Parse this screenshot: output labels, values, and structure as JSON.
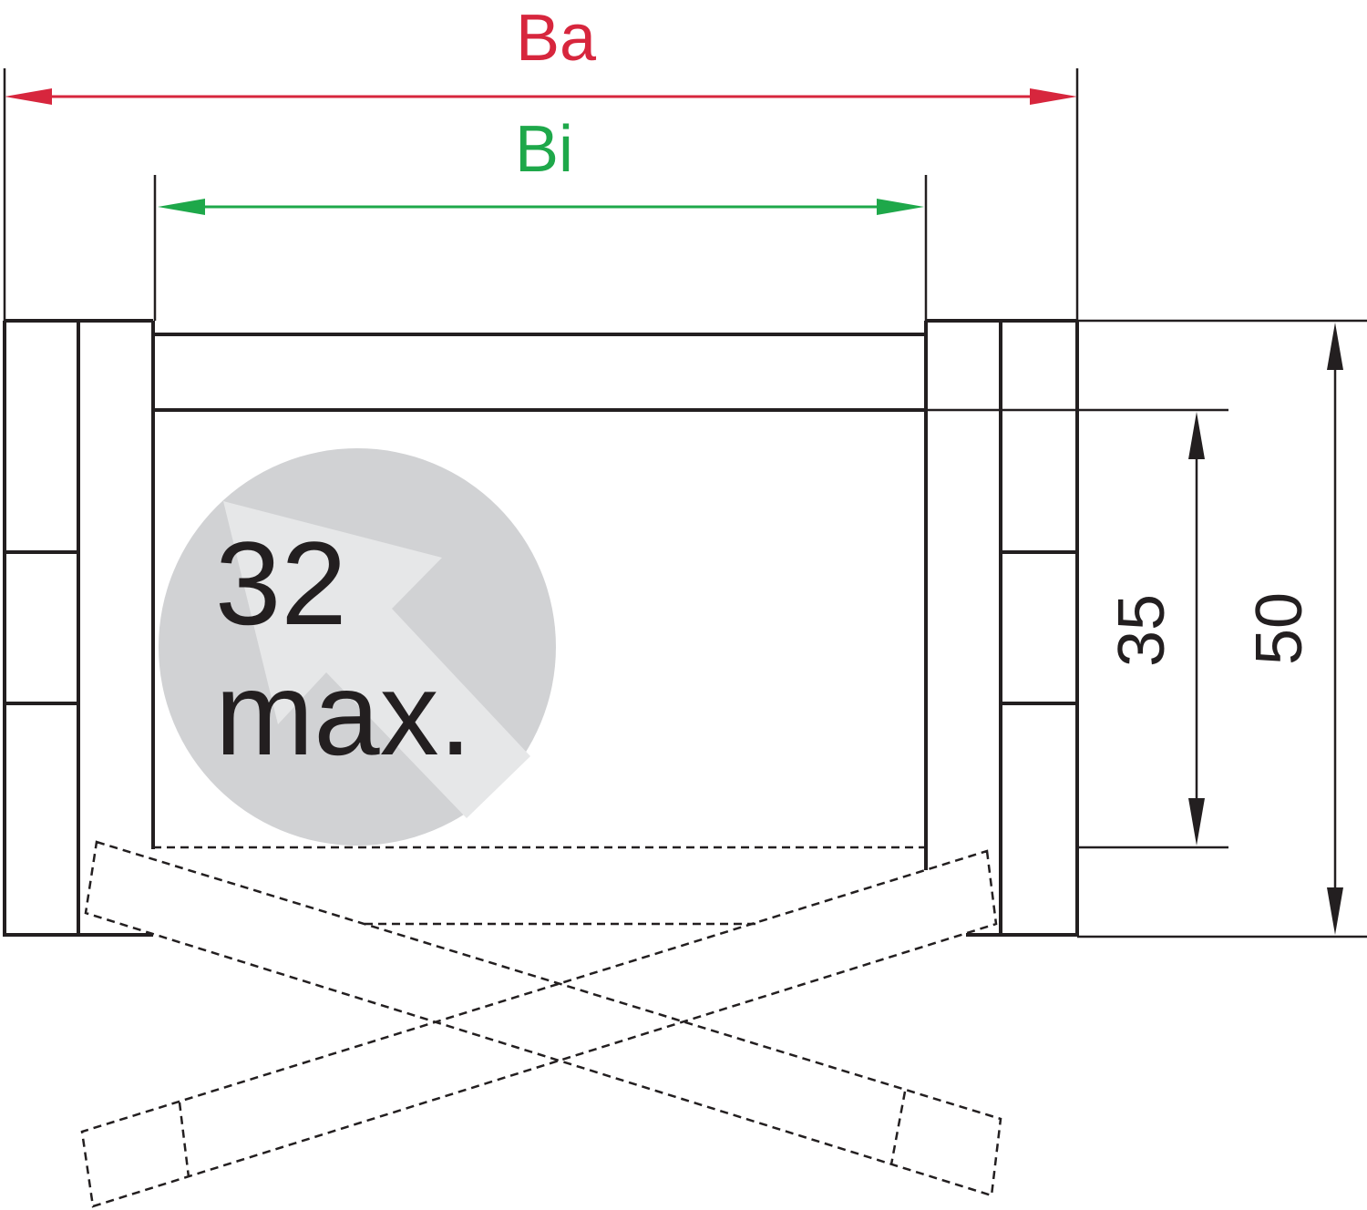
{
  "dimensions": {
    "outer_width": {
      "label": "Ba",
      "color": "#d7263d"
    },
    "inner_width": {
      "label": "Bi",
      "color": "#1ea84a"
    },
    "inner_height": {
      "label": "35"
    },
    "outer_height": {
      "label": "50"
    }
  },
  "max_cable": {
    "value": "32",
    "unit": "max.",
    "circle_color": "#d1d2d4"
  },
  "colors": {
    "line": "#231f20"
  }
}
